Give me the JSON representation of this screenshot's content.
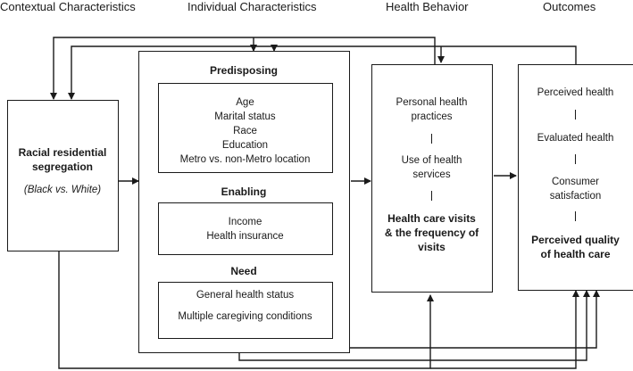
{
  "headers": {
    "contextual": "Contextual Characteristics",
    "individual": "Individual Characteristics",
    "behavior": "Health Behavior",
    "outcomes": "Outcomes"
  },
  "contextual_box": {
    "title_line1": "Racial residential",
    "title_line2": "segregation",
    "subtitle": "(Black vs. White)"
  },
  "individual_box": {
    "predisposing": {
      "title": "Predisposing",
      "items": [
        "Age",
        "Marital status",
        "Race",
        "Education",
        "Metro vs. non-Metro location"
      ]
    },
    "enabling": {
      "title": "Enabling",
      "items": [
        "Income",
        "Health insurance"
      ]
    },
    "need": {
      "title": "Need",
      "items": [
        "General health status",
        "Multiple caregiving conditions"
      ]
    }
  },
  "behavior_box": {
    "item1_line1": "Personal health",
    "item1_line2": "practices",
    "item2_line1": "Use of health",
    "item2_line2": "services",
    "item3_line1": "Health care visits",
    "item3_line2": "& the frequency of",
    "item3_line3": "visits"
  },
  "outcomes_box": {
    "item1": "Perceived health",
    "item2": "Evaluated health",
    "item3_line1": "Consumer",
    "item3_line2": "satisfaction",
    "item4_line1": "Perceived quality",
    "item4_line2": "of health care"
  }
}
